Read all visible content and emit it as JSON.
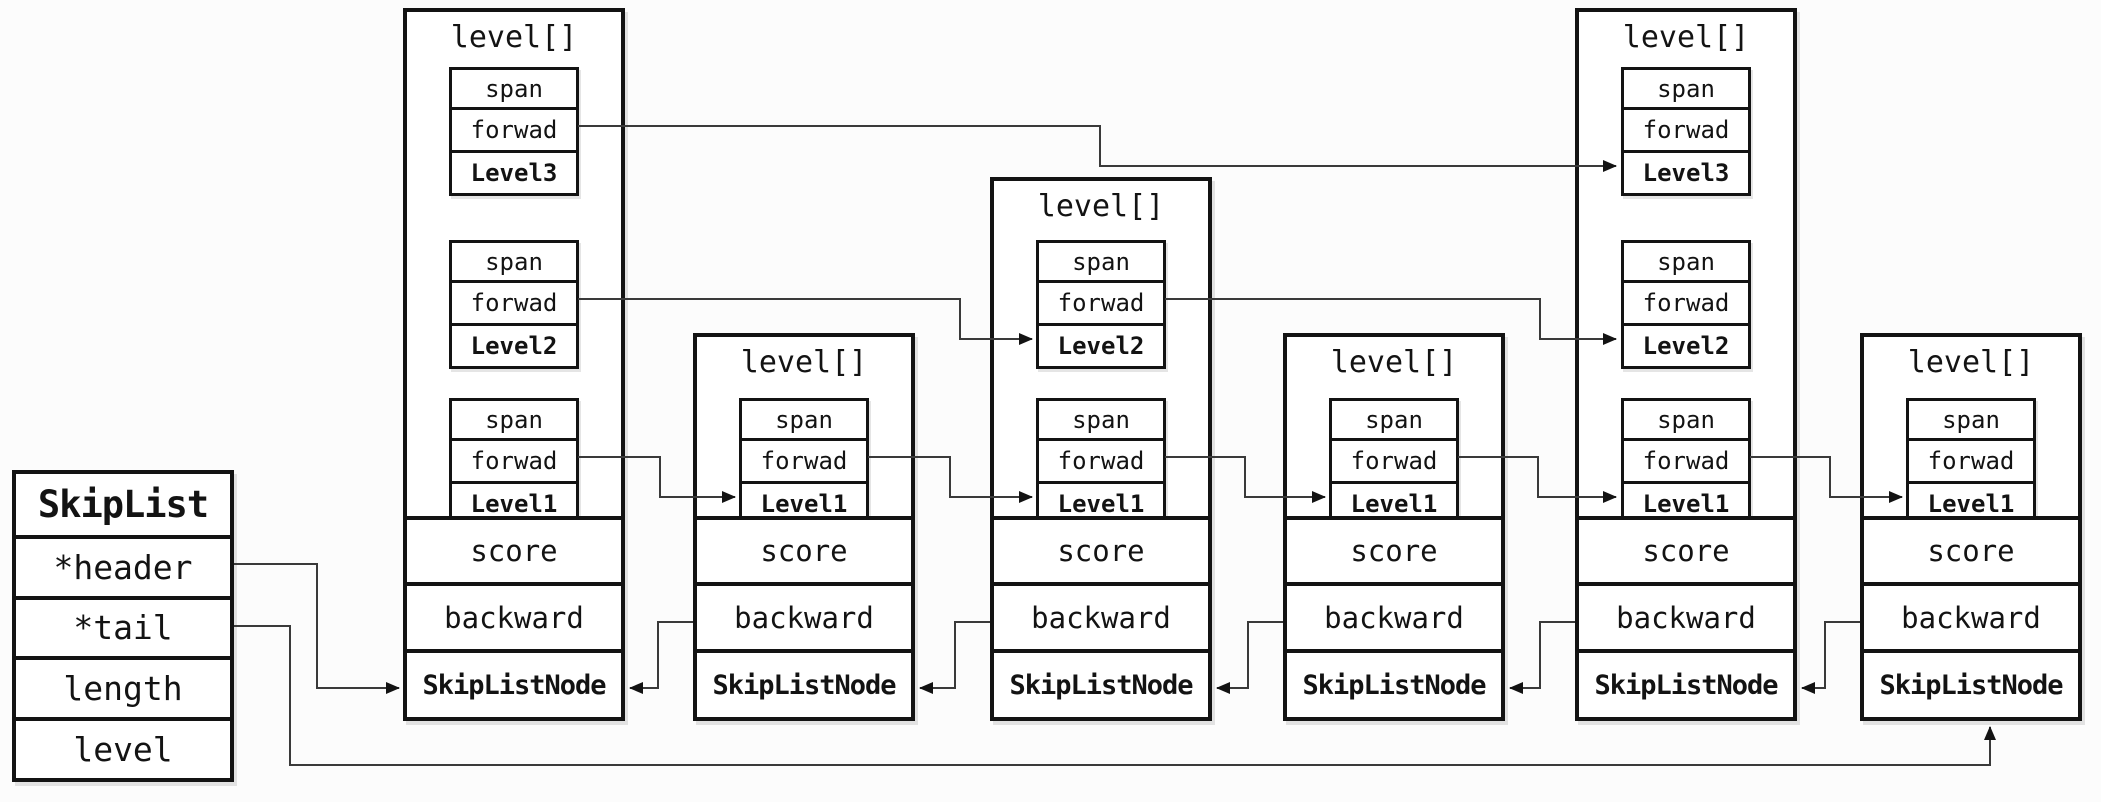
{
  "skiplist": {
    "title": "SkipList",
    "fields": [
      "*header",
      "*tail",
      "length",
      "level"
    ]
  },
  "nodes": [
    {
      "array_title": "level[]",
      "levels": [
        {
          "span": "span",
          "forward": "forwad",
          "label": "Level3"
        },
        {
          "span": "span",
          "forward": "forwad",
          "label": "Level2"
        },
        {
          "span": "span",
          "forward": "forwad",
          "label": "Level1"
        }
      ],
      "score": "score",
      "backward": "backward",
      "type": "SkipListNode"
    },
    {
      "array_title": "level[]",
      "levels": [
        {
          "span": "span",
          "forward": "forwad",
          "label": "Level1"
        }
      ],
      "score": "score",
      "backward": "backward",
      "type": "SkipListNode"
    },
    {
      "array_title": "level[]",
      "levels": [
        {
          "span": "span",
          "forward": "forwad",
          "label": "Level2"
        },
        {
          "span": "span",
          "forward": "forwad",
          "label": "Level1"
        }
      ],
      "score": "score",
      "backward": "backward",
      "type": "SkipListNode"
    },
    {
      "array_title": "level[]",
      "levels": [
        {
          "span": "span",
          "forward": "forwad",
          "label": "Level1"
        }
      ],
      "score": "score",
      "backward": "backward",
      "type": "SkipListNode"
    },
    {
      "array_title": "level[]",
      "levels": [
        {
          "span": "span",
          "forward": "forwad",
          "label": "Level3"
        },
        {
          "span": "span",
          "forward": "forwad",
          "label": "Level2"
        },
        {
          "span": "span",
          "forward": "forwad",
          "label": "Level1"
        }
      ],
      "score": "score",
      "backward": "backward",
      "type": "SkipListNode"
    },
    {
      "array_title": "level[]",
      "levels": [
        {
          "span": "span",
          "forward": "forwad",
          "label": "Level1"
        }
      ],
      "score": "score",
      "backward": "backward",
      "type": "SkipListNode"
    }
  ],
  "connections": [
    {
      "from": "SkipList.*header",
      "to": "node1.SkipListNode"
    },
    {
      "from": "SkipList.*tail",
      "to": "node6.SkipListNode"
    },
    {
      "from": "node1.Level3.forwad",
      "to": "node5.Level3"
    },
    {
      "from": "node1.Level2.forwad",
      "to": "node3.Level2"
    },
    {
      "from": "node1.Level1.forwad",
      "to": "node2.Level1"
    },
    {
      "from": "node2.Level1.forwad",
      "to": "node3.Level1"
    },
    {
      "from": "node3.Level2.forwad",
      "to": "node5.Level2"
    },
    {
      "from": "node3.Level1.forwad",
      "to": "node4.Level1"
    },
    {
      "from": "node4.Level1.forwad",
      "to": "node5.Level1"
    },
    {
      "from": "node5.Level1.forwad",
      "to": "node6.Level1"
    },
    {
      "from": "node2.backward",
      "to": "node1.SkipListNode"
    },
    {
      "from": "node3.backward",
      "to": "node2.SkipListNode"
    },
    {
      "from": "node4.backward",
      "to": "node3.SkipListNode"
    },
    {
      "from": "node5.backward",
      "to": "node4.SkipListNode"
    },
    {
      "from": "node6.backward",
      "to": "node5.SkipListNode"
    }
  ],
  "colors": {
    "border": "#131313",
    "arrow": "#3a3a3a",
    "background": "#fcfcfc",
    "box_fill": "#ffffff"
  }
}
